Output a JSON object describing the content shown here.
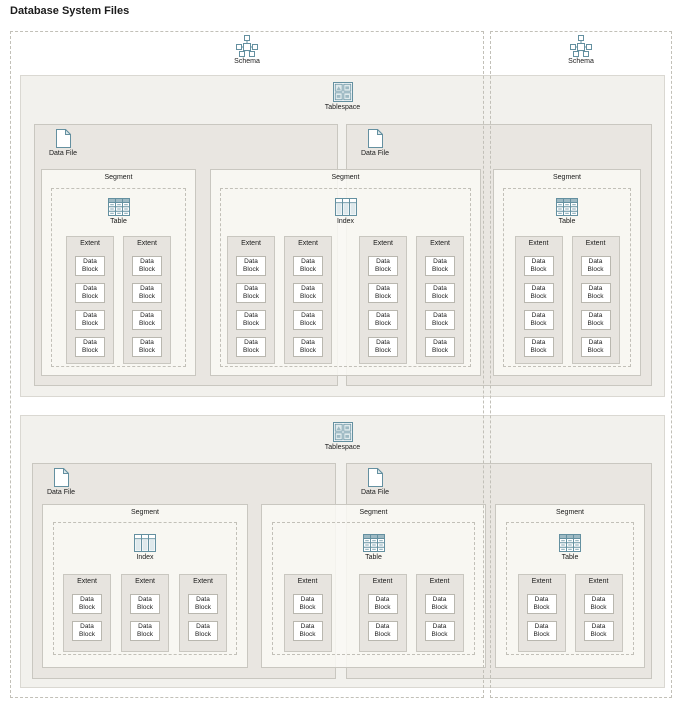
{
  "title": "Database System Files",
  "labels": {
    "schema": "Schema",
    "tablespace": "Tablespace",
    "data_file": "Data File",
    "segment": "Segment",
    "extent": "Extent",
    "data_block": "Data Block",
    "table": "Table",
    "index": "Index"
  },
  "colors": {
    "tablespace_fill": "#f2f1ed",
    "data_file_fill": "#e9e6e1",
    "segment_fill": "rgba(250,249,245,0.85)",
    "extent_fill": "#e7e4df",
    "block_fill": "#ffffff",
    "box_border": "#c9c7c0",
    "block_border": "#b9b7af",
    "dashed_border": "#c2c0b8",
    "icon_stroke": "#6490a0",
    "icon_fill": "#dfe9ec",
    "icon_accent": "#9db9c3",
    "text": "#1b1b1b"
  },
  "diagram": {
    "schemas": [
      {
        "label": "Schema"
      },
      {
        "label": "Schema"
      }
    ],
    "tablespaces": [
      {
        "label": "Tablespace",
        "data_files": [
          {
            "label": "Data File"
          },
          {
            "label": "Data File"
          }
        ],
        "segments": [
          {
            "label": "Segment",
            "object": "Table",
            "extents": [
              4,
              4
            ],
            "new_file_at": null
          },
          {
            "label": "Segment",
            "object": "Index",
            "extents": [
              4,
              4,
              4,
              4
            ],
            "new_file_at": 2
          },
          {
            "label": "Segment",
            "object": "Table",
            "extents": [
              4,
              4
            ],
            "new_file_at": null
          }
        ]
      },
      {
        "label": "Tablespace",
        "data_files": [
          {
            "label": "Data File"
          },
          {
            "label": "Data File"
          }
        ],
        "segments": [
          {
            "label": "Segment",
            "object": "Index",
            "extents": [
              2,
              2,
              2
            ],
            "new_file_at": null
          },
          {
            "label": "Segment",
            "object": "Table",
            "extents": [
              2,
              2,
              2
            ],
            "new_file_at": 1
          },
          {
            "label": "Segment",
            "object": "Table",
            "extents": [
              2,
              2
            ],
            "new_file_at": null
          }
        ]
      }
    ]
  }
}
